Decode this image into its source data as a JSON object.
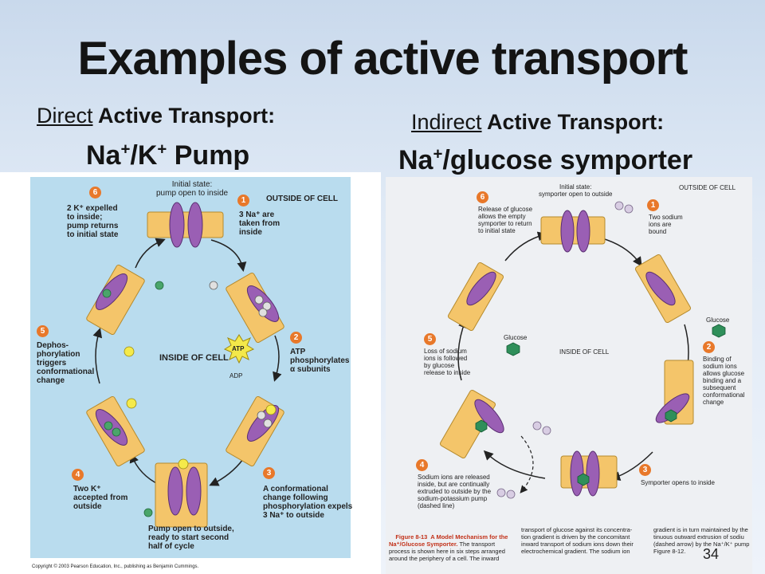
{
  "title": "Examples of active transport",
  "left": {
    "heading_ul": "Direct",
    "heading_rest": " Active Transport:",
    "sub_a": "Na",
    "sub_b": "/K",
    "sub_c": " Pump",
    "sup_plus": "+",
    "fig": {
      "outside": "OUTSIDE OF CELL",
      "inside": "INSIDE OF CELL",
      "initial": "Initial state:\npump open to inside",
      "s1": "3 Na⁺ are\ntaken from\ninside",
      "s2": "ATP\nphosphorylates\nα subunits",
      "s3": "A conformational\nchange following\nphosphorylation expels\n3 Na⁺ to outside",
      "s4": "Two K⁺\naccepted from\noutside",
      "s5": "Dephos-\nphorylation\ntriggers\nconformational\nchange",
      "s6": "2 K⁺ expelled\nto inside;\npump returns\nto initial state",
      "bottom": "Pump open to outside,\nready to start second\nhalf of cycle",
      "atp": "ATP",
      "adp": "ADP",
      "copyright": "Copyright © 2003 Pearson Education, Inc., publishing as Benjamin Cummings."
    }
  },
  "right": {
    "heading_ul": "Indirect",
    "heading_rest": " Active Transport:",
    "sub_a": "Na",
    "sub_b": "/glucose  symporter",
    "sup_plus": "+",
    "fig": {
      "outside": "OUTSIDE OF CELL",
      "inside": "INSIDE OF CELL",
      "initial": "Initial state:\nsymporter open to outside",
      "s1": "Two sodium\nions are\nbound",
      "s2": "Binding of\nsodium ions\nallows glucose\nbinding and a\nsubsequent\nconformational\nchange",
      "s3": "Symporter opens to inside",
      "s4": "Sodium ions are released\ninside, but are continually\nextruded to outside by the\nsodium-potassium pump\n(dashed line)",
      "s5": "Loss of sodium\nions is followed\nby glucose\nrelease to inside",
      "s6": "Release of glucose\nallows the empty\nsymporter to return\nto initial state",
      "glucose_out": "Glucose",
      "glucose_in": "Glucose",
      "caption_title": "Figure 8-13  A Model Mechanism for the\nNa⁺/Glucose Symporter.",
      "caption_a": " The transport\nprocess is shown here in six steps arranged\naround the periphery of a cell. The inward",
      "caption_b": "transport of glucose against its concentra-\ntion gradient is driven by the concomitant\ninward transport of sodium ions down their\nelectrochemical gradient. The sodium ion",
      "caption_c": "gradient is in turn maintained by the\ntinuous outward extrusion of sodiu\n(dashed arrow) by the Na⁺/K⁺ pump\nFigure 8-12."
    }
  },
  "slide_number": "34"
}
